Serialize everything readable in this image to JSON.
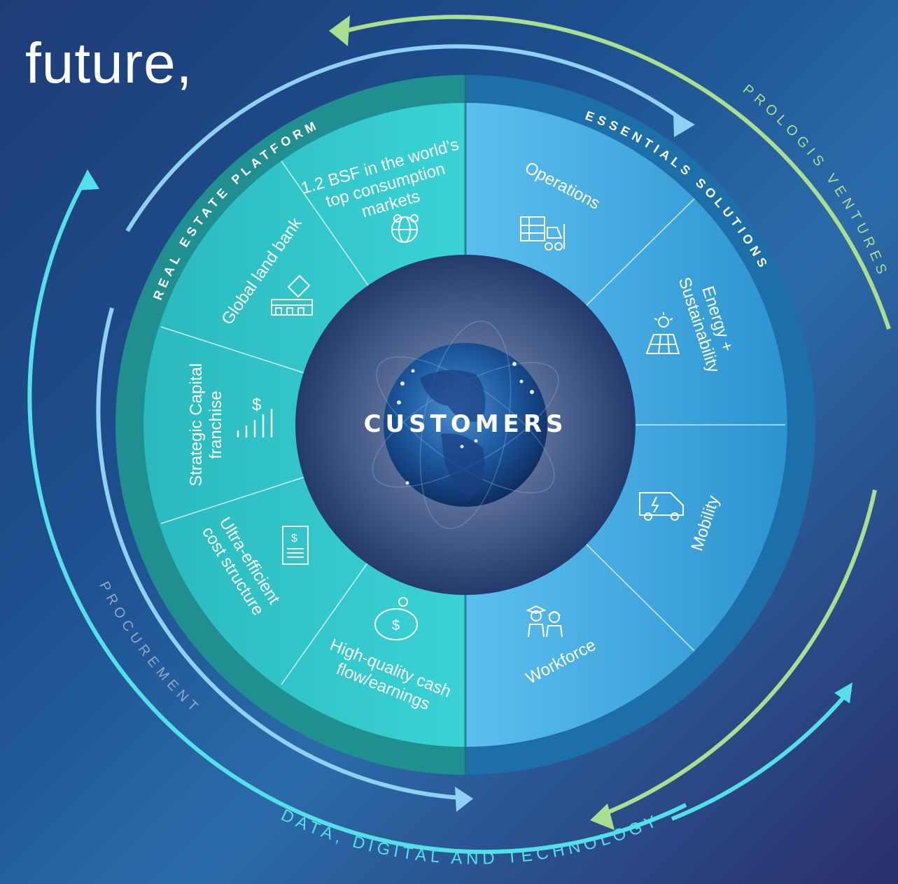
{
  "headline": "future,",
  "center": {
    "label": "CUSTOMERS"
  },
  "ring_labels": {
    "left": "REAL ESTATE PLATFORM",
    "right": "ESSENTIALS SOLUTIONS",
    "outer_right": "PROLOGIS VENTURES",
    "outer_left": "PROCUREMENT",
    "bottom": "DATA, DIGITAL AND TECHNOLOGY"
  },
  "segments": {
    "bsf": [
      "1.2 BSF in the world’s",
      "top consumption",
      "markets"
    ],
    "land": [
      "Global land bank"
    ],
    "capital": [
      "Strategic Capital",
      "franchise"
    ],
    "cost": [
      "Ultra-efficient",
      "cost structure"
    ],
    "cash": [
      "High-quality cash",
      "flow/earnings"
    ],
    "operations": [
      "Operations"
    ],
    "energy": [
      "Energy +",
      "Sustainability"
    ],
    "mobility": [
      "Mobility"
    ],
    "workforce": [
      "Workforce"
    ]
  },
  "icons": {
    "bsf": "globe-pins-icon",
    "land": "land-price-tag-icon",
    "capital": "dollar-bars-icon",
    "cost": "invoice-icon",
    "cash": "piggy-bank-icon",
    "operations": "forklift-racks-icon",
    "energy": "solar-panel-icon",
    "mobility": "electric-van-icon",
    "workforce": "workers-icon"
  },
  "colors": {
    "teal_outer": "#1f8f90",
    "teal_inner": "#33cccc",
    "blue_outer": "#1c6fa8",
    "blue_inner": "#3aa6dc",
    "arrow_light_blue": "#8fd0f5",
    "arrow_green": "#a9df8f",
    "arrow_cyan": "#53e0e8"
  }
}
